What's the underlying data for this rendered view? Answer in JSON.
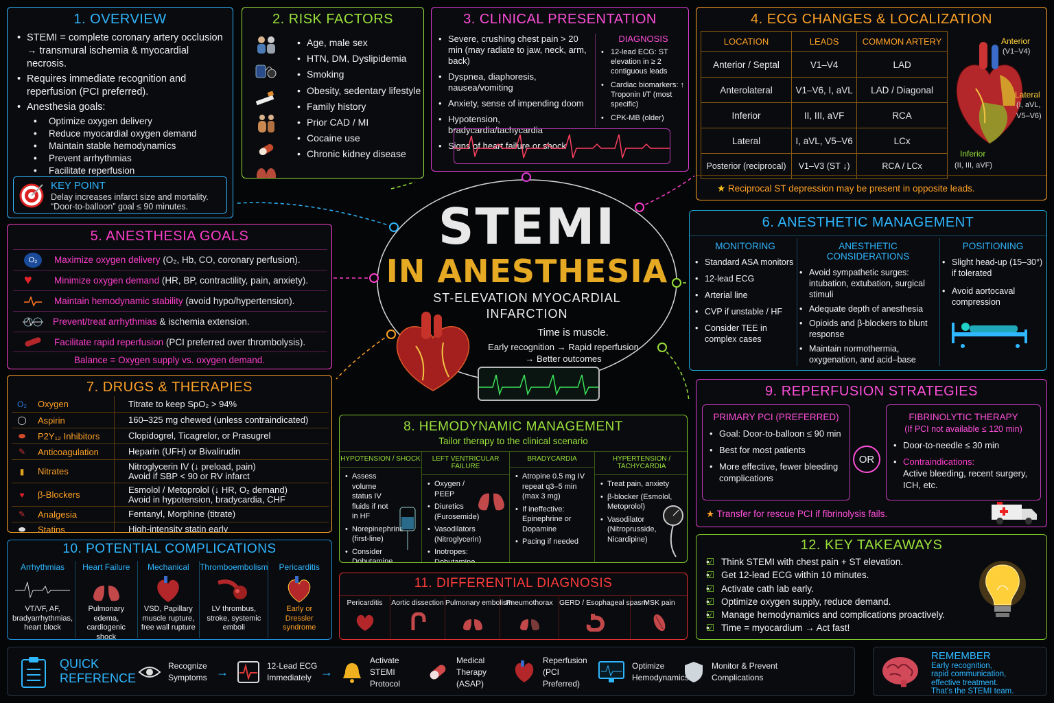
{
  "overview": {
    "title": "1. OVERVIEW",
    "bullets": [
      "STEMI = complete coronary artery occlusion → transmural ischemia & myocardial necrosis.",
      "Requires immediate recognition and reperfusion (PCI preferred).",
      "Anesthesia goals:"
    ],
    "goals": [
      "Optimize oxygen delivery",
      "Reduce myocardial oxygen demand",
      "Maintain stable hemodynamics",
      "Prevent arrhythmias",
      "Facilitate reperfusion"
    ],
    "keypoint_title": "KEY POINT",
    "keypoint_text": "Delay increases infarct size and mortality.",
    "keypoint_text2": "“Door-to-balloon” goal ≤ 90 minutes."
  },
  "risk": {
    "title": "2. RISK FACTORS",
    "items": [
      "Age, male sex",
      "HTN, DM, Dyslipidemia",
      "Smoking",
      "Obesity, sedentary lifestyle",
      "Family history",
      "Prior CAD / MI",
      "Cocaine use",
      "Chronic kidney disease"
    ]
  },
  "clinical": {
    "title": "3. CLINICAL PRESENTATION",
    "items": [
      "Severe, crushing chest pain > 20 min (may radiate to jaw, neck, arm, back)",
      "Dyspnea, diaphoresis, nausea/vomiting",
      "Anxiety, sense of impending doom",
      "Hypotension, bradycardia/tachycardia",
      "Signs of heart failure or shock"
    ],
    "dx_title": "DIAGNOSIS",
    "dx_items": [
      "12-lead ECG: ST elevation in ≥ 2 contiguous leads",
      "Cardiac biomarkers: ↑ Troponin I/T (most specific)",
      "CPK-MB (older)"
    ]
  },
  "ecg": {
    "title": "4. ECG CHANGES & LOCALIZATION",
    "headers": [
      "LOCATION",
      "LEADS",
      "COMMON ARTERY"
    ],
    "rows": [
      [
        "Anterior / Septal",
        "V1–V4",
        "LAD"
      ],
      [
        "Anterolateral",
        "V1–V6, I, aVL",
        "LAD / Diagonal"
      ],
      [
        "Inferior",
        "II, III, aVF",
        "RCA"
      ],
      [
        "Lateral",
        "I, aVL, V5–V6",
        "LCx"
      ],
      [
        "Posterior (reciprocal)",
        "V1–V3 (ST ↓)",
        "RCA / LCx"
      ]
    ],
    "anterior": "Anterior",
    "anterior_leads": "(V1–V4)",
    "lateral": "Lateral",
    "lateral_leads": "(I, aVL,",
    "lateral_leads2": "V5–V6)",
    "inferior": "Inferior",
    "inferior_leads": "(II, III, aVF)",
    "note": "Reciprocal ST depression may be present in opposite leads."
  },
  "center": {
    "title1": "STEMI",
    "title2": "IN ANESTHESIA",
    "subtitle1": "ST-ELEVATION MYOCARDIAL",
    "subtitle2": "INFARCTION",
    "motto": "Time is muscle.",
    "flow1": "Early recognition → Rapid reperfusion",
    "flow2": "→ Better outcomes"
  },
  "goals": {
    "title": "5. ANESTHESIA GOALS",
    "rows": [
      {
        "lead": "Maximize oxygen delivery",
        "rest": " (O₂, Hb, CO, coronary perfusion)."
      },
      {
        "lead": "Minimize oxygen demand",
        "rest": " (HR, BP, contractility, pain, anxiety)."
      },
      {
        "lead": "Maintain hemodynamic stability",
        "rest": " (avoid hypo/hypertension)."
      },
      {
        "lead": "Prevent/treat arrhythmias",
        "rest": " & ischemia extension."
      },
      {
        "lead": "Facilitate rapid reperfusion",
        "rest": " (PCI preferred over thrombolysis)."
      }
    ],
    "footer": "Balance = Oxygen supply vs. oxygen demand."
  },
  "mgmt": {
    "title": "6. ANESTHETIC MANAGEMENT",
    "col1_title": "MONITORING",
    "col1": [
      "Standard ASA monitors",
      "12-lead ECG",
      "Arterial line",
      "CVP if unstable / HF",
      "Consider TEE in complex cases"
    ],
    "col2_title": "ANESTHETIC CONSIDERATIONS",
    "col2": [
      "Avoid sympathetic surges: intubation, extubation, surgical stimuli",
      "Adequate depth of anesthesia",
      "Opioids and β-blockers to blunt response",
      "Maintain normothermia, oxygenation, and acid–base"
    ],
    "col3_title": "POSITIONING",
    "col3": [
      "Slight head-up (15–30°) if tolerated",
      "Avoid aortocaval compression"
    ]
  },
  "drugs": {
    "title": "7. DRUGS & THERAPIES",
    "rows": [
      [
        "Oxygen",
        "Titrate to keep SpO₂ > 94%"
      ],
      [
        "Aspirin",
        "160–325 mg chewed (unless contraindicated)"
      ],
      [
        "P2Y₁₂ Inhibitors",
        "Clopidogrel, Ticagrelor, or Prasugrel"
      ],
      [
        "Anticoagulation",
        "Heparin (UFH) or Bivalirudin"
      ],
      [
        "Nitrates",
        "Nitroglycerin IV (↓ preload, pain)\nAvoid if SBP < 90 or RV infarct"
      ],
      [
        "β-Blockers",
        "Esmolol / Metoprolol (↓ HR, O₂ demand)\nAvoid in hypotension, bradycardia, CHF"
      ],
      [
        "Analgesia",
        "Fentanyl, Morphine (titrate)"
      ],
      [
        "Statins",
        "High-intensity statin early"
      ]
    ]
  },
  "hemo": {
    "title": "8. HEMODYNAMIC MANAGEMENT",
    "subtitle": "Tailor therapy to the clinical scenario",
    "cols": [
      {
        "title": "HYPOTENSION / SHOCK",
        "items": [
          "Assess volume status IV fluids if not in HF",
          "Norepinephrine (first-line)",
          "Consider Dobutamine if low output"
        ]
      },
      {
        "title": "LEFT VENTRICULAR FAILURE",
        "items": [
          "Oxygen / PEEP",
          "Diuretics (Furosemide)",
          "Vasodilators (Nitroglycerin)",
          "Inotropes: Dobutamine, Milrinone"
        ]
      },
      {
        "title": "BRADYCARDIA",
        "items": [
          "Atropine 0.5 mg IV repeat q3–5 min (max 3 mg)",
          "If ineffective: Epinephrine or Dopamine",
          "Pacing if needed"
        ]
      },
      {
        "title": "HYPERTENSION / TACHYCARDIA",
        "items": [
          "Treat pain, anxiety",
          "β-blocker (Esmolol, Metoprolol)",
          "Vasodilator (Nitroprusside, Nicardipine)"
        ]
      }
    ]
  },
  "reperf": {
    "title": "9. REPERFUSION STRATEGIES",
    "pci_title": "PRIMARY PCI (PREFERRED)",
    "pci": [
      "Goal: Door-to-balloon ≤ 90 min",
      "Best for most patients",
      "More effective, fewer bleeding complications"
    ],
    "or": "OR",
    "fib_title": "FIBRINOLYTIC THERAPY",
    "fib_sub": "(If PCI not available ≤ 120 min)",
    "fib1": "Door-to-needle ≤ 30 min",
    "fib2_lead": "Contraindications:",
    "fib2_rest": "Active bleeding, recent surgery, ICH, etc.",
    "note": "Transfer for rescue PCI if fibrinolysis fails."
  },
  "comp": {
    "title": "10. POTENTIAL COMPLICATIONS",
    "cols": [
      {
        "title": "Arrhythmias",
        "text": "VT/VF, AF, bradyarrhythmias, heart block"
      },
      {
        "title": "Heart Failure",
        "text": "Pulmonary edema, cardiogenic shock"
      },
      {
        "title": "Mechanical",
        "text": "VSD, Papillary muscle rupture, free wall rupture"
      },
      {
        "title": "Thromboembolism",
        "text": "LV thrombus, stroke, systemic emboli"
      },
      {
        "title": "Pericarditis",
        "text": "Early or Dressler syndrome"
      }
    ]
  },
  "ddx": {
    "title": "11. DIFFERENTIAL DIAGNOSIS",
    "items": [
      "Pericarditis",
      "Aortic dissection",
      "Pulmonary embolism",
      "Pneumothorax",
      "GERD / Esophageal spasm",
      "MSK pain"
    ]
  },
  "take": {
    "title": "12. KEY TAKEAWAYS",
    "items": [
      "Think STEMI with chest pain + ST elevation.",
      "Get 12-lead ECG within 10 minutes.",
      "Activate cath lab early.",
      "Optimize oxygen supply, reduce demand.",
      "Manage hemodynamics and complications proactively.",
      "Time = myocardium → Act fast!"
    ]
  },
  "quick": {
    "title1": "QUICK",
    "title2": "REFERENCE",
    "steps": [
      [
        "Recognize",
        "Symptoms"
      ],
      [
        "12-Lead ECG",
        "Immediately"
      ],
      [
        "Activate",
        "STEMI Protocol"
      ],
      [
        "Medical Therapy",
        "(ASAP)"
      ],
      [
        "Reperfusion",
        "(PCI Preferred)"
      ],
      [
        "Optimize",
        "Hemodynamics"
      ],
      [
        "Monitor & Prevent",
        "Complications"
      ]
    ]
  },
  "remember": {
    "title": "REMEMBER",
    "lines": [
      "Early recognition,",
      "rapid communication,",
      "effective treatment.",
      "That's the STEMI team."
    ]
  },
  "colors": {
    "cyan": "#2fb7ff",
    "green": "#9be23a",
    "pink": "#ff3ecb",
    "orange": "#ffa126",
    "red": "#ff3b3b",
    "teal": "#1fd1c7",
    "gold": "#e6a923"
  }
}
